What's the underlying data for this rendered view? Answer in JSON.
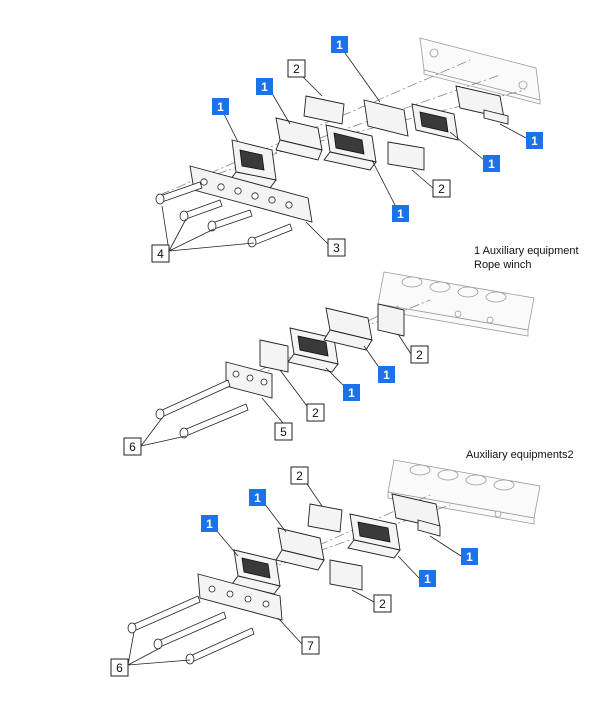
{
  "captions": {
    "section2_line1": "1 Auxiliary equipment",
    "section2_line2": "Rope winch",
    "section3": "Auxiliary equipments2"
  },
  "callouts": {
    "one": "1",
    "two": "2",
    "three": "3",
    "four": "4",
    "five": "5",
    "six": "6",
    "seven": "7"
  },
  "colors": {
    "highlight": "#1a73e8"
  }
}
